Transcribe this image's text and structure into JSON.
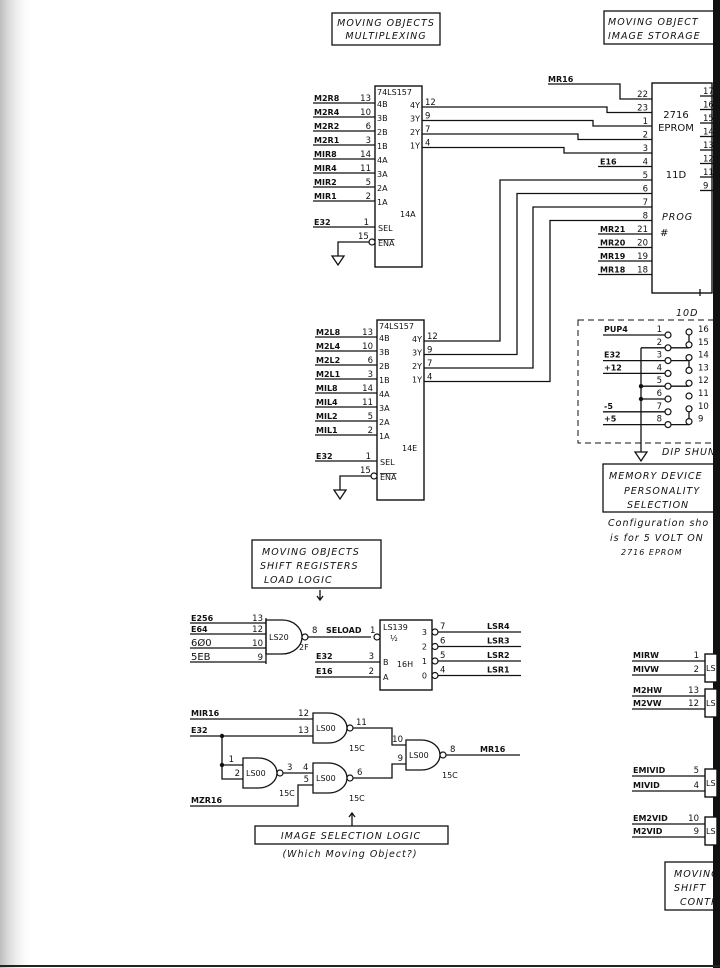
{
  "titles": {
    "multiplexing": [
      "MOVING OBJECTS",
      "MULTIPLEXING"
    ],
    "image_storage": [
      "MOVING OBJECT",
      "IMAGE STORAGE"
    ],
    "load_logic": [
      "MOVING OBJECTS",
      "SHIFT REGISTERS",
      "LOAD LOGIC"
    ],
    "memory_device": [
      "MEMORY DEVICE",
      "PERSONALITY",
      "SELECTION"
    ],
    "image_selection": [
      "IMAGE SELECTION LOGIC",
      "(Which Moving Object?)"
    ],
    "shift_control": [
      "MOVING",
      "SHIFT",
      "CONTRO"
    ]
  },
  "config_note": [
    "Configuration sho",
    "is for 5 VOLT ON",
    "2716 EPROM"
  ],
  "mux_14a": {
    "part": "74LS157",
    "ref": "14A",
    "inputs": [
      {
        "net": "M2R8",
        "pin": "13",
        "name": "4B"
      },
      {
        "net": "M2R4",
        "pin": "10",
        "name": "3B"
      },
      {
        "net": "M2R2",
        "pin": "6",
        "name": "2B"
      },
      {
        "net": "M2R1",
        "pin": "3",
        "name": "1B"
      },
      {
        "net": "MIR8",
        "pin": "14",
        "name": "4A"
      },
      {
        "net": "MIR4",
        "pin": "11",
        "name": "3A"
      },
      {
        "net": "MIR2",
        "pin": "5",
        "name": "2A"
      },
      {
        "net": "MIR1",
        "pin": "2",
        "name": "1A"
      }
    ],
    "sel": {
      "net": "E32",
      "pin": "1",
      "name": "SEL"
    },
    "ena": {
      "pin": "15",
      "name": "ENA"
    },
    "outputs": [
      {
        "name": "4Y",
        "pin": "12"
      },
      {
        "name": "3Y",
        "pin": "9"
      },
      {
        "name": "2Y",
        "pin": "7"
      },
      {
        "name": "1Y",
        "pin": "4"
      }
    ]
  },
  "mux_14e": {
    "part": "74LS157",
    "ref": "14E",
    "inputs": [
      {
        "net": "M2L8",
        "pin": "13",
        "name": "4B"
      },
      {
        "net": "M2L4",
        "pin": "10",
        "name": "3B"
      },
      {
        "net": "M2L2",
        "pin": "6",
        "name": "2B"
      },
      {
        "net": "M2L1",
        "pin": "3",
        "name": "1B"
      },
      {
        "net": "MIL8",
        "pin": "14",
        "name": "4A"
      },
      {
        "net": "MIL4",
        "pin": "11",
        "name": "3A"
      },
      {
        "net": "MIL2",
        "pin": "5",
        "name": "2A"
      },
      {
        "net": "MIL1",
        "pin": "2",
        "name": "1A"
      }
    ],
    "sel": {
      "net": "E32",
      "pin": "1",
      "name": "SEL"
    },
    "ena": {
      "pin": "15",
      "name": "ENA"
    },
    "outputs": [
      {
        "name": "4Y",
        "pin": "12"
      },
      {
        "name": "3Y",
        "pin": "9"
      },
      {
        "name": "2Y",
        "pin": "7"
      },
      {
        "name": "1Y",
        "pin": "4"
      }
    ]
  },
  "eprom": {
    "part": "2716",
    "type": "EPROM",
    "ref": "11D",
    "prog": "PROG",
    "hash": "#",
    "left_pins": [
      {
        "net": "MR16",
        "pin": "22"
      },
      {
        "net": "",
        "pin": "23"
      },
      {
        "net": "",
        "pin": "1"
      },
      {
        "net": "",
        "pin": "2"
      },
      {
        "net": "",
        "pin": "3"
      },
      {
        "net": "E16",
        "pin": "4"
      },
      {
        "net": "",
        "pin": "5"
      },
      {
        "net": "",
        "pin": "6"
      },
      {
        "net": "",
        "pin": "7"
      },
      {
        "net": "",
        "pin": "8"
      },
      {
        "net": "MR21",
        "pin": "21"
      },
      {
        "net": "MR20",
        "pin": "20"
      },
      {
        "net": "MR19",
        "pin": "19"
      },
      {
        "net": "MR18",
        "pin": "18"
      }
    ],
    "right_pins": [
      "17",
      "16",
      "15",
      "14",
      "13",
      "12",
      "11",
      "9"
    ]
  },
  "shunt": {
    "ref": "10D",
    "label": "DIP SHUN",
    "left": [
      {
        "net": "PUP4",
        "pin": "1"
      },
      {
        "net": "",
        "pin": "2"
      },
      {
        "net": "E32",
        "pin": "3"
      },
      {
        "net": "+12",
        "pin": "4"
      },
      {
        "net": "",
        "pin": "5"
      },
      {
        "net": "",
        "pin": "6"
      },
      {
        "net": "-5",
        "pin": "7"
      },
      {
        "net": "+5",
        "pin": "8"
      }
    ],
    "right": [
      "16",
      "15",
      "14",
      "13",
      "12",
      "11",
      "10",
      "9"
    ]
  },
  "ls20": {
    "part": "LS20",
    "ref": "2F",
    "out_pin": "8",
    "out_net": "SELOAD",
    "inputs": [
      {
        "net": "E256",
        "pin": "13"
      },
      {
        "net": "E64",
        "pin": "12"
      },
      {
        "net": "6Ø0",
        "pin": "10"
      },
      {
        "net": "5EB",
        "pin": "9"
      }
    ]
  },
  "ls139": {
    "part": "LS139",
    "half": "½",
    "ref": "16H",
    "g_pin": "1",
    "b": {
      "net": "E32",
      "pin": "3",
      "name": "B"
    },
    "a": {
      "net": "E16",
      "pin": "2",
      "name": "A"
    },
    "outputs": [
      {
        "name": "3",
        "pin": "7",
        "net": "LSR4"
      },
      {
        "name": "2",
        "pin": "6",
        "net": "LSR3"
      },
      {
        "name": "1",
        "pin": "5",
        "net": "LSR2"
      },
      {
        "name": "0",
        "pin": "4",
        "net": "LSR1"
      }
    ]
  },
  "image_logic": {
    "nets": {
      "mir16": "MIR16",
      "e32": "E32",
      "mzr16": "MZR16",
      "out": "MR16"
    },
    "gate_a": {
      "part": "LS00",
      "ref": "15C",
      "in1": "12",
      "in2": "13",
      "out": "11"
    },
    "gate_b": {
      "part": "LS00",
      "ref": "15C",
      "in1": "1",
      "in2": "2",
      "out": "3"
    },
    "gate_c": {
      "part": "LS00",
      "ref": "15C",
      "in1": "4",
      "in2": "5",
      "out": "6"
    },
    "gate_d": {
      "part": "LS00",
      "ref": "15C",
      "in1": "10",
      "in2": "9",
      "out": "8"
    }
  },
  "right_gates": [
    {
      "net": "MIRW",
      "pin": "1"
    },
    {
      "net": "MIVW",
      "pin": "2"
    },
    {
      "net": "M2HW",
      "pin": "13"
    },
    {
      "net": "M2VW",
      "pin": "12"
    },
    {
      "net": "EMIVID",
      "pin": "5"
    },
    {
      "net": "MIVID",
      "pin": "4"
    },
    {
      "net": "EM2VID",
      "pin": "10"
    },
    {
      "net": "M2VID",
      "pin": "9"
    }
  ],
  "right_gate_part": "LS"
}
